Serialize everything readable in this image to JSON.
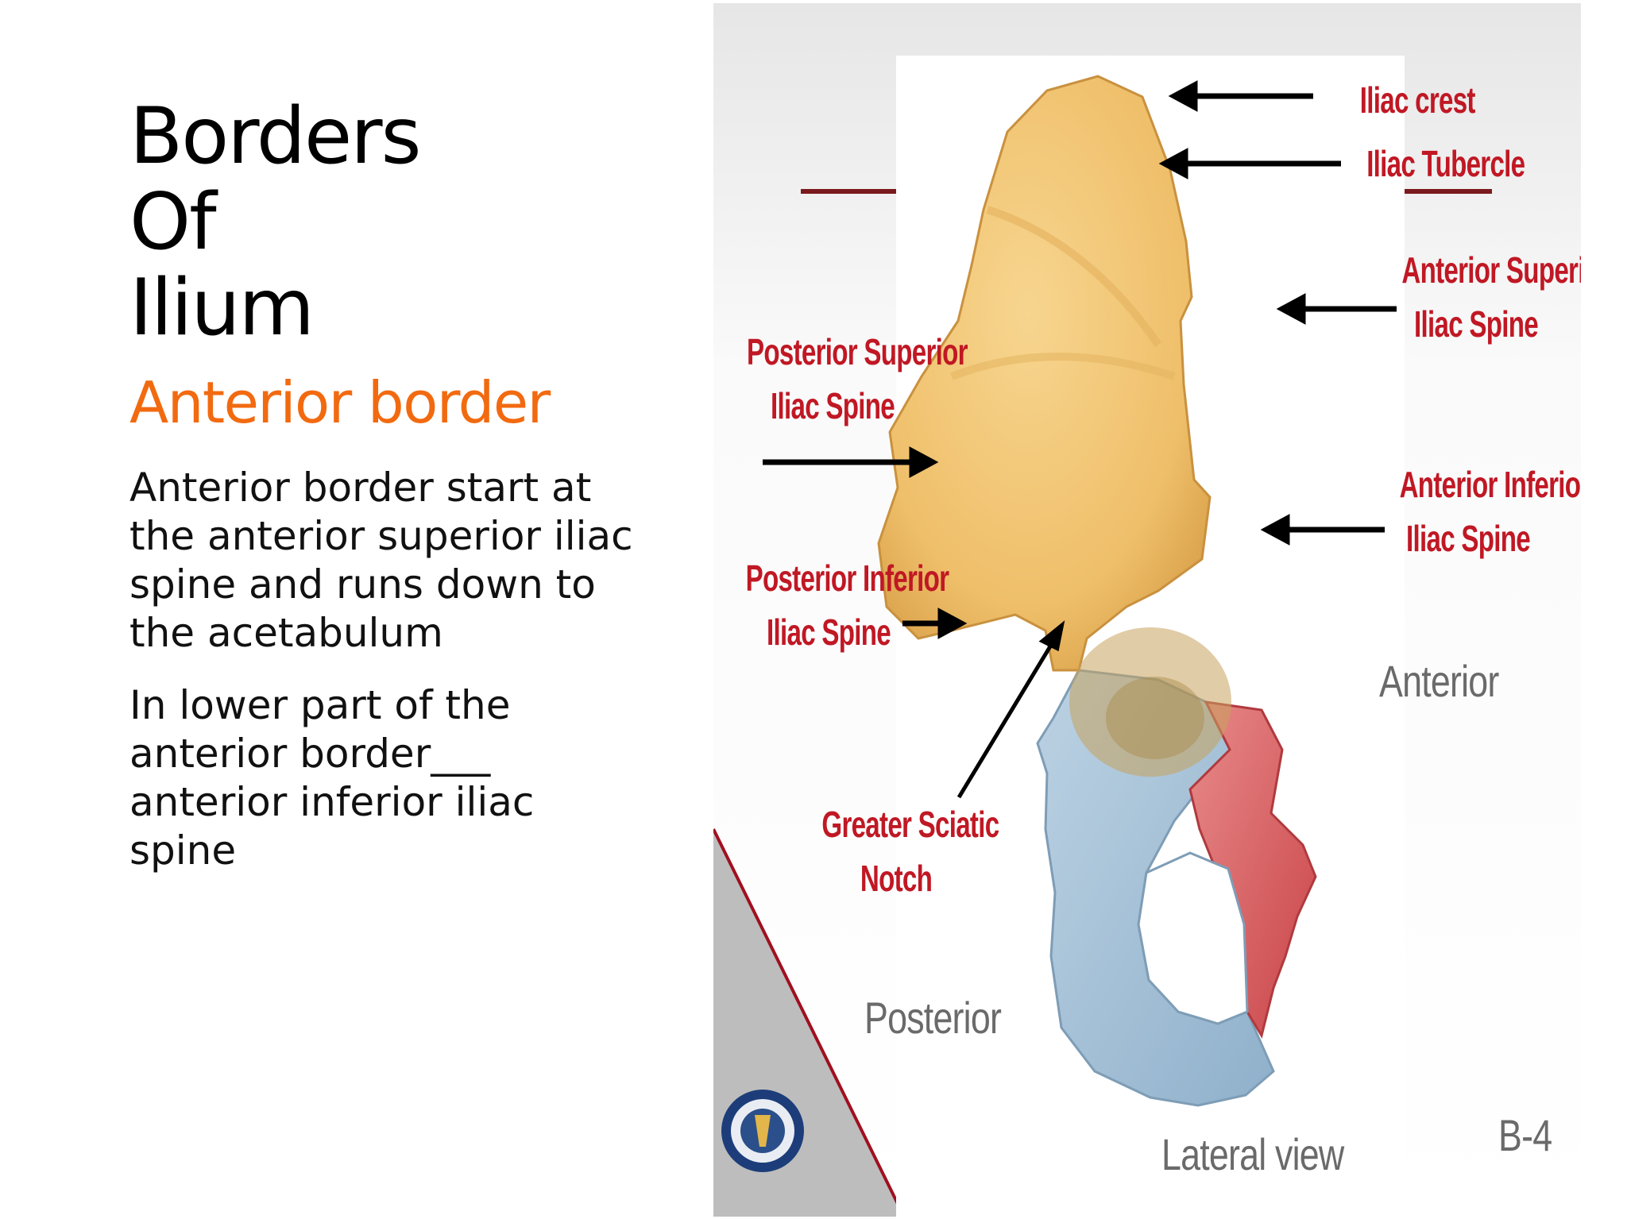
{
  "slide": {
    "title_lines": [
      "Borders",
      "Of",
      "Ilium"
    ],
    "subtitle": "Anterior border",
    "paragraphs": [
      "Anterior border start at the anterior superior iliac spine and runs down to the acetabulum",
      "In lower part of the anterior border___ anterior inferior iliac spine"
    ]
  },
  "figure": {
    "labels": {
      "iliac_crest": "Iliac crest",
      "iliac_tubercle": "Iliac Tubercle",
      "asis_line1": "Anterior Superior",
      "asis_line2": "Iliac Spine",
      "psis_line1": "Posterior Superior",
      "psis_line2": "Iliac Spine",
      "aiis_line1": "Anterior Inferior",
      "aiis_line2": "Iliac Spine",
      "piis_line1": "Posterior Inferior",
      "piis_line2": "Iliac Spine",
      "gsn_line1": "Greater Sciatic",
      "gsn_line2": "Notch",
      "anterior": "Anterior",
      "posterior": "Posterior",
      "view": "Lateral view",
      "plate_code": "B-4"
    },
    "colors": {
      "label_red": "#c01824",
      "ilium_yellow": "#f2c46e",
      "ischium_blue": "#a8c4da",
      "pubis_red": "#d9575a"
    }
  }
}
